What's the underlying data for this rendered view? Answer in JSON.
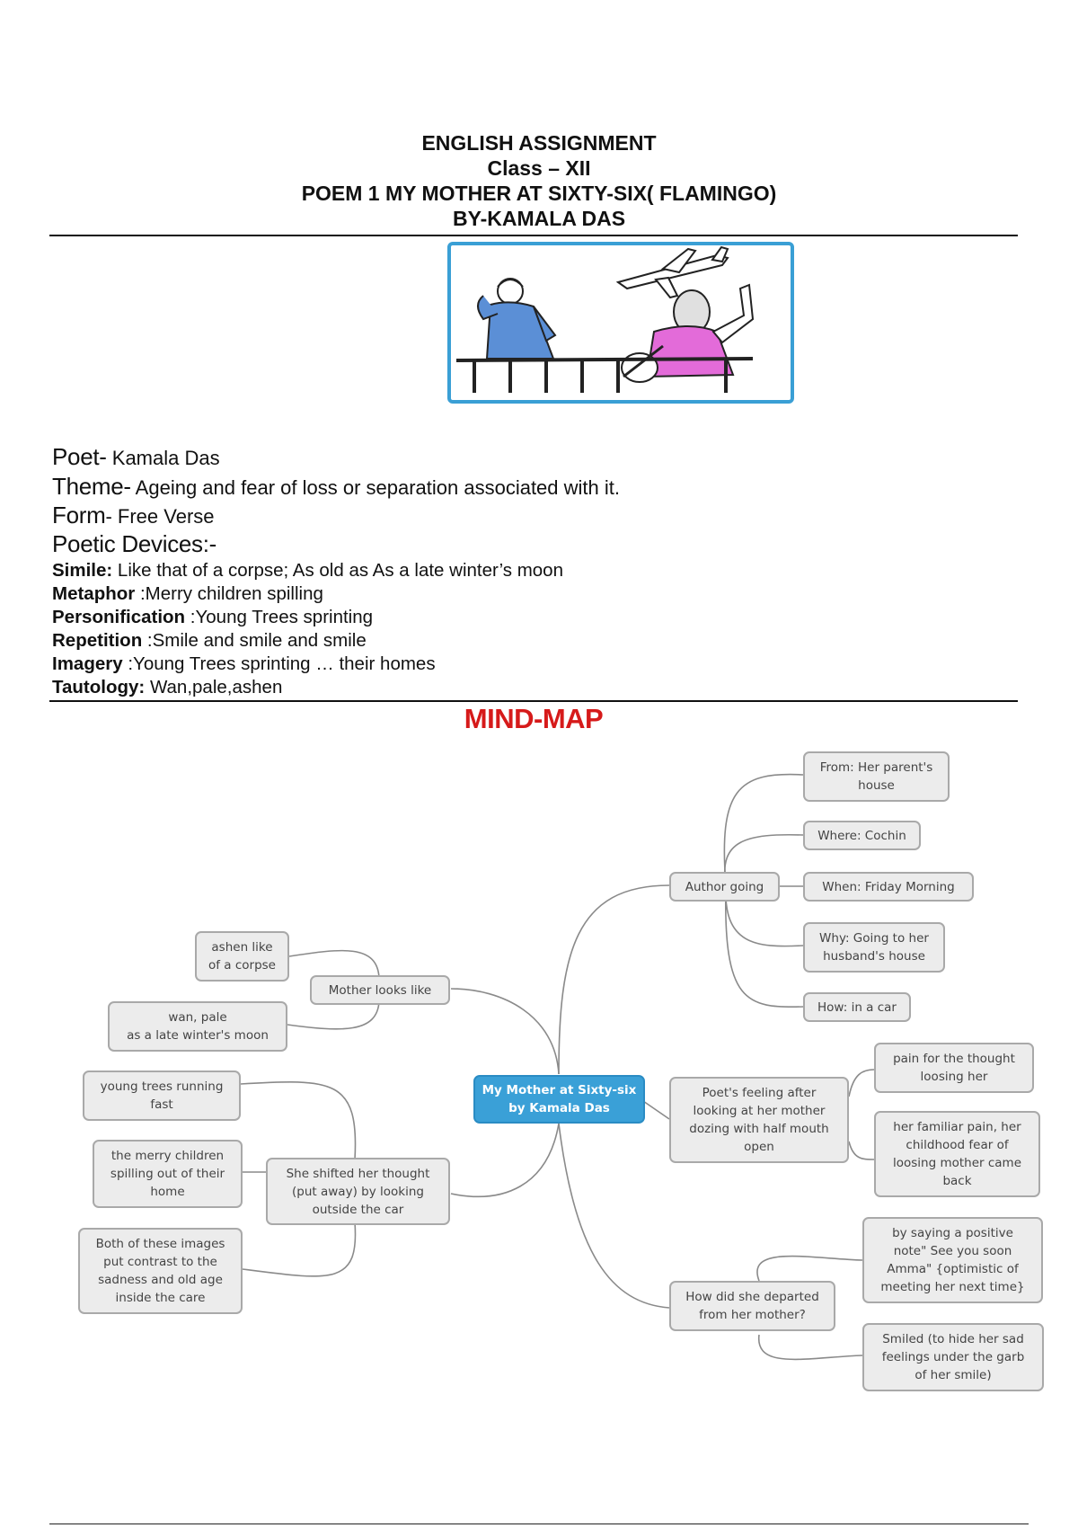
{
  "header": {
    "line1": "ENGLISH ASSIGNMENT",
    "line2": "Class – XII",
    "line3": "POEM  1 MY MOTHER AT SIXTY-SIX( FLAMINGO)",
    "line4": "BY-KAMALA DAS"
  },
  "colors": {
    "mindmap_title": "#d61a1a",
    "center_node": "#3aa0d7",
    "node_bg": "#ececec",
    "illustration_frame": "#3a9fd5",
    "dress_mother": "#5b8fd6",
    "dress_daughter": "#e36bd9"
  },
  "info": {
    "poet_label": "Poet-",
    "poet_value": " Kamala Das",
    "theme_label": "Theme-",
    "theme_value": " Ageing and fear of loss or separation associated with it.",
    "form_label": "Form",
    "form_value": "- Free Verse",
    "devices_label": "Poetic Devices:-"
  },
  "devices": [
    {
      "label": "Simile:",
      "value": " Like that of a corpse; As old as As a late winter’s moon"
    },
    {
      "label": "Metaphor",
      "value": " :Merry children spilling"
    },
    {
      "label": "Personification",
      "value": " :Young Trees sprinting"
    },
    {
      "label": "Repetition",
      "value": " :Smile and smile and smile"
    },
    {
      "label": "Imagery",
      "value": " :Young Trees sprinting … their homes"
    },
    {
      "label": "Tautology:",
      "value": " Wan,pale,ashen"
    }
  ],
  "mindmap": {
    "title": "MIND-MAP",
    "center": "My Mother at Sixty-six\nby Kamala Das",
    "nodes": {
      "author_going": "Author going",
      "from": "From: Her parent's\nhouse",
      "where": "Where: Cochin",
      "when": "When: Friday Morning",
      "why": "Why: Going to her\nhusband's house",
      "how": "How: in a car",
      "feeling": "Poet's feeling after\nlooking at her mother\ndozing with half mouth\nopen",
      "pain": "pain for the thought\nloosing her",
      "familiar": "her familiar pain, her\nchildhood fear of\nloosing mother came\nback",
      "departed": "How did she departed\nfrom her mother?",
      "positive": "by saying a positive\nnote\" See you soon\nAmma\" {optimistic of\nmeeting her next time}",
      "smiled": "Smiled (to hide her sad\nfeelings under the garb\nof her smile)",
      "mother_looks": "Mother looks like",
      "ashen": "ashen like\nof a corpse",
      "wan": "wan, pale\nas a late winter's moon",
      "shifted": "She shifted her thought\n(put away) by looking\noutside the car",
      "young_trees": "young trees running\nfast",
      "merry": "the merry children\nspilling out of their\nhome",
      "contrast": "Both of these images\nput contrast to the\nsadness and old age\ninside the care"
    }
  }
}
